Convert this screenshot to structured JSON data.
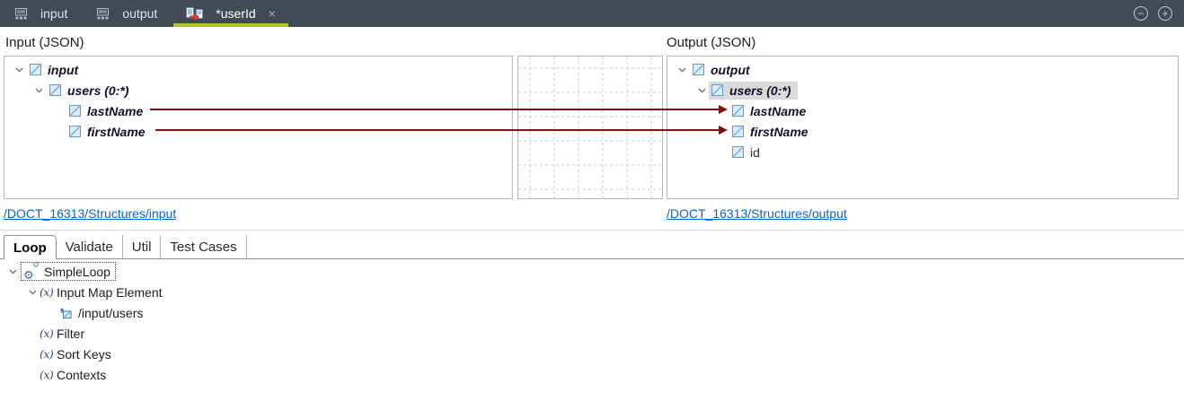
{
  "window": {
    "tabs": [
      {
        "label": "input"
      },
      {
        "label": "output"
      },
      {
        "label": "*userId",
        "close": "×"
      }
    ],
    "controls": {
      "collapse": "−",
      "expand": "+"
    }
  },
  "input_panel": {
    "title_prefix": "Input (",
    "title_link": "JSON",
    "title_suffix": ")",
    "rows": [
      {
        "label": "input"
      },
      {
        "label": "users (0:*)"
      },
      {
        "label": "lastName"
      },
      {
        "label": "firstName"
      }
    ],
    "path_link": "/DOCT_16313/Structures/input"
  },
  "output_panel": {
    "title_prefix": "Output (",
    "title_link": "JSON",
    "title_suffix": ")",
    "rows": [
      {
        "label": "output"
      },
      {
        "label": "users (0:*)",
        "selected": true
      },
      {
        "label": "lastName"
      },
      {
        "label": "firstName"
      },
      {
        "label": "id"
      }
    ],
    "path_link": "/DOCT_16313/Structures/output"
  },
  "mappings": [
    {
      "from": "lastName",
      "to": "lastName"
    },
    {
      "from": "firstName",
      "to": "firstName"
    }
  ],
  "bottom_tabs": [
    {
      "label": "Loop",
      "active": true
    },
    {
      "label": "Validate"
    },
    {
      "label": "Util"
    },
    {
      "label": "Test Cases"
    }
  ],
  "loop_tree": [
    {
      "label": "SimpleLoop"
    },
    {
      "label": "Input Map Element"
    },
    {
      "label": "/input/users"
    },
    {
      "label": "Filter"
    },
    {
      "label": "Sort Keys"
    },
    {
      "label": "Contexts"
    }
  ],
  "icons": {
    "fx": "(x)",
    "gear": "⚙"
  },
  "colors": {
    "topbar_bg": "#414b57",
    "active_tab_underline": "#b2c626",
    "mapping_line": "#7a1215",
    "link_blue": "#0b62c1",
    "selection_gray": "#dadada"
  }
}
